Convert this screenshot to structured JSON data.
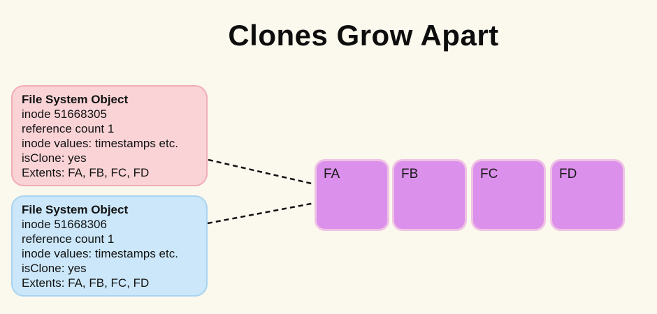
{
  "title": "Clones Grow Apart",
  "fso_cards": [
    {
      "variant": "pink",
      "heading": "File System Object",
      "lines": [
        "inode 51668305",
        "reference count 1",
        "inode values: timestamps etc.",
        "isClone: yes",
        "Extents: FA, FB, FC, FD"
      ]
    },
    {
      "variant": "blue",
      "heading": "File System Object",
      "lines": [
        "inode 51668306",
        "reference count 1",
        "inode values: timestamps etc.",
        "isClone: yes",
        "Extents: FA, FB, FC, FD"
      ]
    }
  ],
  "extents": [
    {
      "label": "FA"
    },
    {
      "label": "FB"
    },
    {
      "label": "FC"
    },
    {
      "label": "FD"
    }
  ],
  "connectors": [
    {
      "from": "fso-card-inode-51668305",
      "to": "extent-box-fa",
      "style": "dashed"
    },
    {
      "from": "fso-card-inode-51668306",
      "to": "extent-box-fa",
      "style": "dashed"
    }
  ],
  "colors": {
    "background": "#FBF8ED",
    "pink_card_fill": "#F9D3D6",
    "pink_card_border": "#F2ACB8",
    "blue_card_fill": "#CBE7F9",
    "blue_card_border": "#A9D4F0",
    "extent_fill": "#DB90EB",
    "extent_border": "#EFC3E4",
    "connector_stroke": "#111111",
    "title_text": "#0d0d0d",
    "body_text": "#131313"
  }
}
